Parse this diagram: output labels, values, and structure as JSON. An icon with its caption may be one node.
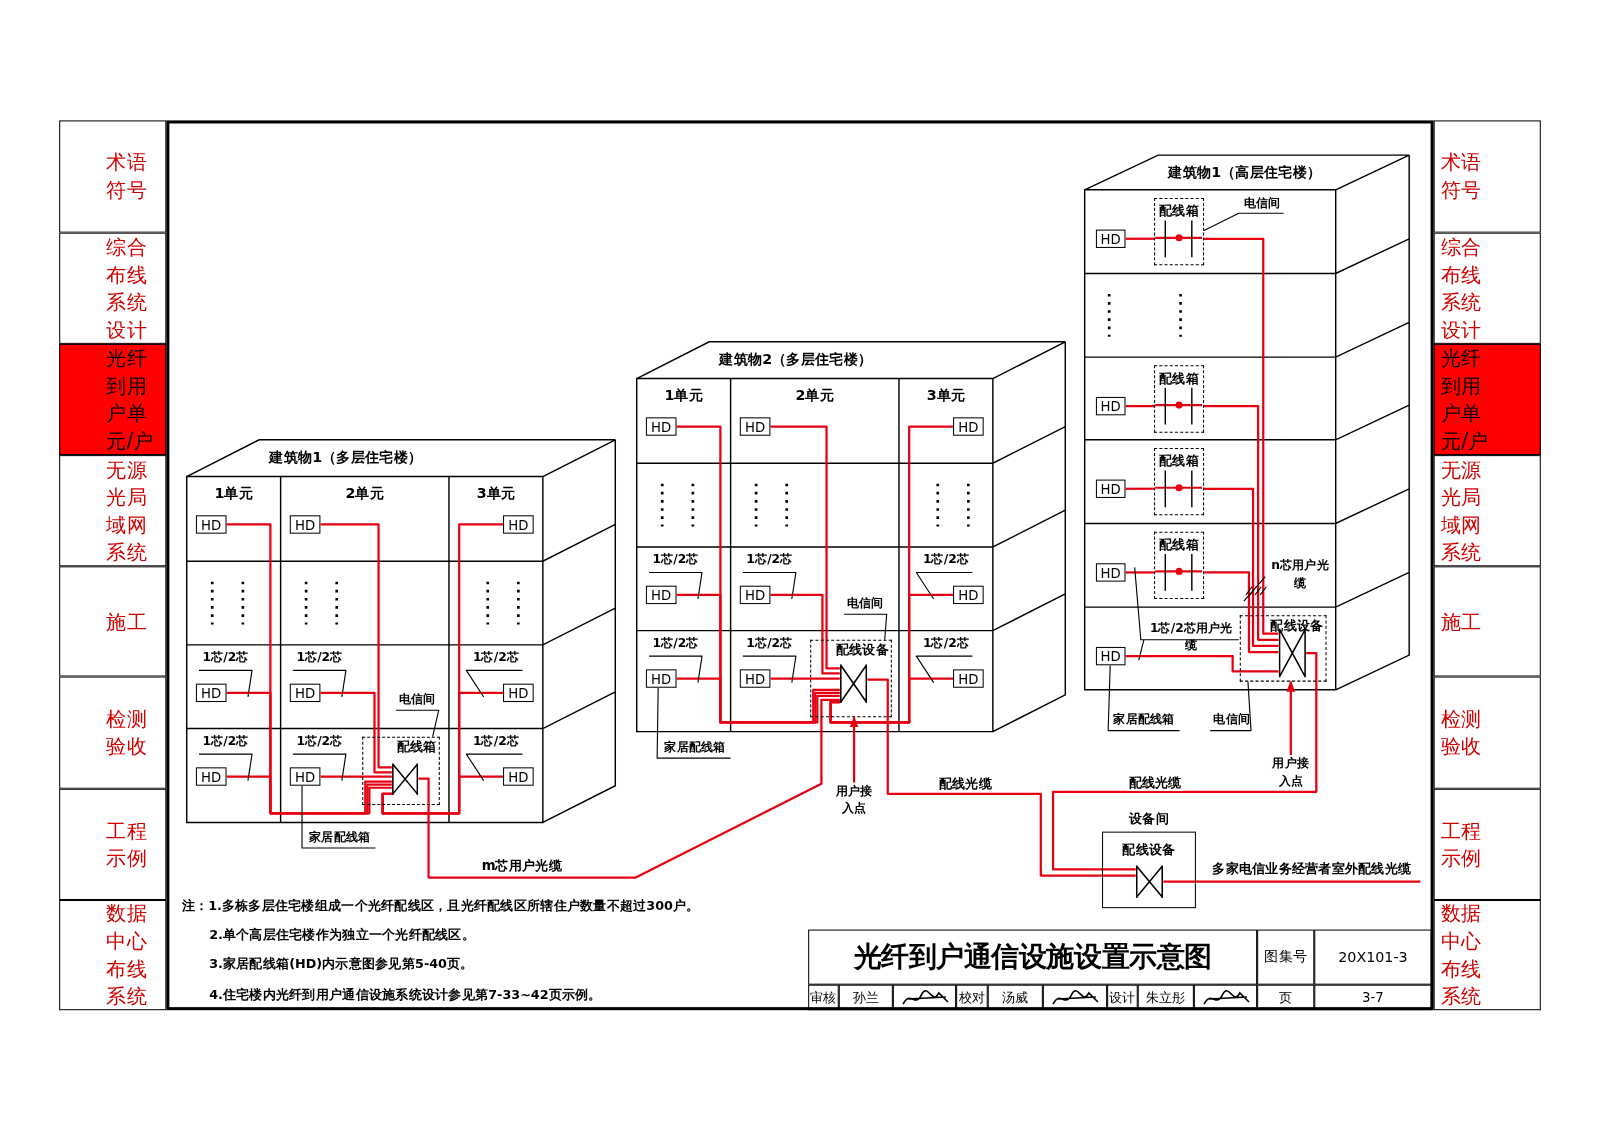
{
  "diagram": {
    "title": "光纤到户通信设施设置示意图",
    "nodes": [
      {
        "text": [
          "建筑物1（多层住宅楼）"
        ]
      },
      {
        "text": [
          "1单元"
        ],
        "in": 0
      },
      {
        "text": [
          "HD"
        ],
        "in": 1
      },
      {
        "text": [
          "HD"
        ],
        "in": 1
      },
      {
        "text": [
          "HD"
        ],
        "in": 1
      },
      {
        "text": [
          "2单元"
        ],
        "in": 0
      },
      {
        "text": [
          "HD"
        ],
        "in": 5
      },
      {
        "text": [
          "HD"
        ],
        "in": 5
      },
      {
        "text": [
          "HD"
        ],
        "in": 5
      },
      {
        "text": [
          "3单元"
        ],
        "in": 0
      },
      {
        "text": [
          "HD"
        ],
        "in": 9
      },
      {
        "text": [
          "HD"
        ],
        "in": 9
      },
      {
        "text": [
          "HD"
        ],
        "in": 9
      },
      {
        "text": [
          "配线箱"
        ],
        "in": 5
      },
      {
        "text": [
          "电信间"
        ],
        "in": 5
      },
      {
        "text": [
          "1芯/2芯"
        ],
        "in": 1
      },
      {
        "text": [
          "1芯/2芯"
        ],
        "in": 5
      },
      {
        "text": [
          "1芯/2芯"
        ],
        "in": 9
      },
      {
        "text": [
          "1芯/2芯"
        ],
        "in": 1
      },
      {
        "text": [
          "1芯/2芯"
        ],
        "in": 5
      },
      {
        "text": [
          "1芯/2芯"
        ],
        "in": 9
      },
      {
        "text": [
          "家居配线箱"
        ]
      },
      {
        "text": [
          "建筑物2（多层住宅楼）"
        ]
      },
      {
        "text": [
          "1单元"
        ],
        "in": 22
      },
      {
        "text": [
          "HD"
        ],
        "in": 23
      },
      {
        "text": [
          "HD"
        ],
        "in": 23
      },
      {
        "text": [
          "HD"
        ],
        "in": 23
      },
      {
        "text": [
          "2单元"
        ],
        "in": 22
      },
      {
        "text": [
          "HD"
        ],
        "in": 27
      },
      {
        "text": [
          "HD"
        ],
        "in": 27
      },
      {
        "text": [
          "HD"
        ],
        "in": 27
      },
      {
        "text": [
          "3单元"
        ],
        "in": 22
      },
      {
        "text": [
          "HD"
        ],
        "in": 31
      },
      {
        "text": [
          "HD"
        ],
        "in": 31
      },
      {
        "text": [
          "HD"
        ],
        "in": 31
      },
      {
        "text": [
          "配线设备"
        ],
        "in": 27
      },
      {
        "text": [
          "电信间"
        ],
        "in": 27
      },
      {
        "text": [
          "1芯/2芯"
        ],
        "in": 23
      },
      {
        "text": [
          "1芯/2芯"
        ],
        "in": 27
      },
      {
        "text": [
          "1芯/2芯"
        ],
        "in": 31
      },
      {
        "text": [
          "1芯/2芯"
        ],
        "in": 23
      },
      {
        "text": [
          "1芯/2芯"
        ],
        "in": 27
      },
      {
        "text": [
          "1芯/2芯"
        ],
        "in": 31
      },
      {
        "text": [
          "家居配线箱"
        ]
      },
      {
        "text": [
          "用户接入点"
        ]
      },
      {
        "text": [
          "建筑物1（高层住宅楼）"
        ]
      },
      {
        "text": [
          "HD"
        ],
        "in": 45
      },
      {
        "text": [
          "配线箱"
        ],
        "in": 45
      },
      {
        "text": [
          "电信间"
        ],
        "in": 45
      },
      {
        "text": [
          "HD"
        ],
        "in": 45
      },
      {
        "text": [
          "配线箱"
        ],
        "in": 45
      },
      {
        "text": [
          "HD"
        ],
        "in": 45
      },
      {
        "text": [
          "配线箱"
        ],
        "in": 45
      },
      {
        "text": [
          "HD"
        ],
        "in": 45
      },
      {
        "text": [
          "配线箱"
        ],
        "in": 45
      },
      {
        "text": [
          "n芯用户光缆"
        ],
        "in": 45
      },
      {
        "text": [
          "1芯/2芯用户光缆"
        ],
        "in": 45
      },
      {
        "text": [
          "HD"
        ],
        "in": 45
      },
      {
        "text": [
          "配线设备"
        ],
        "in": 45
      },
      {
        "text": [
          "家居配线箱"
        ]
      },
      {
        "text": [
          "电信间"
        ]
      },
      {
        "text": [
          "用户接入点"
        ]
      },
      {
        "text": [
          "设备间",
          "配线设备"
        ]
      }
    ],
    "edges": [
      {
        "from": 2,
        "to": 13,
        "arrow": "none"
      },
      {
        "from": 3,
        "to": 13,
        "arrow": "none"
      },
      {
        "from": 4,
        "to": 13,
        "arrow": "none"
      },
      {
        "from": 6,
        "to": 13,
        "arrow": "none"
      },
      {
        "from": 7,
        "to": 13,
        "arrow": "none"
      },
      {
        "from": 8,
        "to": 13,
        "arrow": "none"
      },
      {
        "from": 10,
        "to": 13,
        "arrow": "none"
      },
      {
        "from": 11,
        "to": 13,
        "arrow": "none"
      },
      {
        "from": 12,
        "to": 13,
        "arrow": "none"
      },
      {
        "from": 15,
        "to": null,
        "arrow": "none",
        "color": "#000000"
      },
      {
        "from": 16,
        "to": null,
        "arrow": "none",
        "color": "#000000"
      },
      {
        "from": 17,
        "to": null,
        "arrow": "none",
        "color": "#000000"
      },
      {
        "from": 18,
        "to": null,
        "arrow": "none",
        "color": "#000000"
      },
      {
        "from": 19,
        "to": null,
        "arrow": "none",
        "color": "#000000"
      },
      {
        "from": 20,
        "to": null,
        "arrow": "none",
        "color": "#000000"
      },
      {
        "from": 14,
        "to": 13,
        "arrow": "none",
        "color": "#000000"
      },
      {
        "from": 21,
        "to": 8,
        "arrow": "none",
        "color": "#000000"
      },
      {
        "from": 13,
        "to": 35,
        "arrow": "none",
        "label": "m芯用户光缆"
      },
      {
        "from": 24,
        "to": 35,
        "arrow": "none"
      },
      {
        "from": 25,
        "to": 35,
        "arrow": "none"
      },
      {
        "from": 26,
        "to": 35,
        "arrow": "none"
      },
      {
        "from": 28,
        "to": 35,
        "arrow": "none"
      },
      {
        "from": 29,
        "to": 35,
        "arrow": "none"
      },
      {
        "from": 30,
        "to": 35,
        "arrow": "none"
      },
      {
        "from": 32,
        "to": 35,
        "arrow": "none"
      },
      {
        "from": 33,
        "to": 35,
        "arrow": "none"
      },
      {
        "from": 34,
        "to": 35,
        "arrow": "none"
      },
      {
        "from": 37,
        "to": null,
        "arrow": "none",
        "color": "#000000"
      },
      {
        "from": 38,
        "to": null,
        "arrow": "none",
        "color": "#000000"
      },
      {
        "from": 39,
        "to": null,
        "arrow": "none",
        "color": "#000000"
      },
      {
        "from": 40,
        "to": null,
        "arrow": "none",
        "color": "#000000"
      },
      {
        "from": 41,
        "to": null,
        "arrow": "none",
        "color": "#000000"
      },
      {
        "from": 42,
        "to": null,
        "arrow": "none",
        "color": "#000000"
      },
      {
        "from": 36,
        "to": 35,
        "arrow": "none",
        "color": "#000000"
      },
      {
        "from": 43,
        "to": 26,
        "arrow": "none",
        "color": "#000000"
      },
      {
        "from": 44,
        "to": 35,
        "arrow": "to"
      },
      {
        "from": 46,
        "to": 47,
        "arrow": "none"
      },
      {
        "from": 49,
        "to": 50,
        "arrow": "none"
      },
      {
        "from": 51,
        "to": 52,
        "arrow": "none"
      },
      {
        "from": 53,
        "to": 54,
        "arrow": "none"
      },
      {
        "from": 47,
        "to": 58,
        "arrow": "none"
      },
      {
        "from": 50,
        "to": 58,
        "arrow": "none"
      },
      {
        "from": 52,
        "to": 58,
        "arrow": "none"
      },
      {
        "from": 54,
        "to": 58,
        "arrow": "none"
      },
      {
        "from": 57,
        "to": 58,
        "arrow": "none"
      },
      {
        "from": 48,
        "to": 47,
        "arrow": "none",
        "color": "#000000"
      },
      {
        "from": 55,
        "to": null,
        "arrow": "none",
        "color": "#000000"
      },
      {
        "from": 56,
        "to": null,
        "arrow": "none",
        "color": "#000000"
      },
      {
        "from": 56,
        "to": null,
        "arrow": "none",
        "color": "#000000"
      },
      {
        "from": 59,
        "to": 57,
        "arrow": "none",
        "color": "#000000"
      },
      {
        "from": 60,
        "to": 58,
        "arrow": "none",
        "color": "#000000"
      },
      {
        "from": 61,
        "to": 58,
        "arrow": "to"
      },
      {
        "from": 35,
        "to": 62,
        "arrow": "none",
        "label": "配线光缆"
      },
      {
        "from": 58,
        "to": 62,
        "arrow": "none",
        "label": "配线光缆"
      },
      {
        "from": 62,
        "to": null,
        "arrow": "none",
        "label": "多家电信业务经营者室外配线光缆"
      }
    ],
    "labels": [
      "术语符号",
      "综合布线系统设计",
      "光纤到用户单元/户",
      "无源光局域网系统",
      "施工",
      "检测验收",
      "工程示例",
      "数据中心布线系统",
      "术语符号",
      "综合布线系统设计",
      "光纤到用户单元/户",
      "无源光局域网系统",
      "施工",
      "检测验收",
      "工程示例",
      "数据中心布线系统",
      "注：1.多栋多层住宅楼组成一个光纤配线区，且光纤配线区所辖住户数量不超过300户。",
      "2.单个高层住宅楼作为独立一个光纤配线区。",
      "3.家居配线箱(HD)内示意图参见第5-40页。",
      "4.住宅楼内光纤到用户通信设施系统设计参见第7-33~42页示例。",
      "图集号",
      "20X101-3",
      "审核",
      "孙兰",
      "校对",
      "汤威",
      "设计",
      "朱立彤",
      "页",
      "3-7"
    ]
  }
}
